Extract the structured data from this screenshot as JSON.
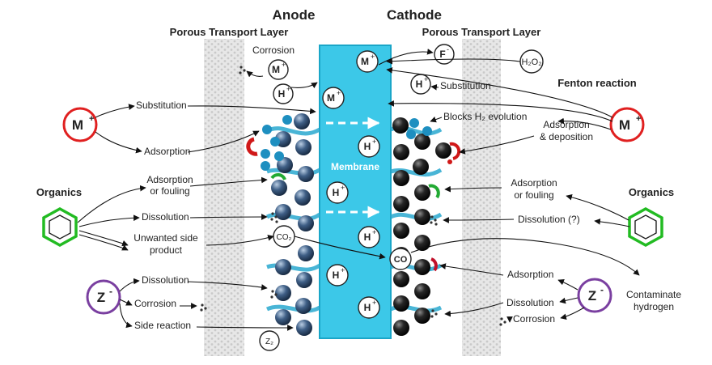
{
  "header": {
    "anode": "Anode",
    "cathode": "Cathode",
    "ptl_left": "Porous Transport Layer",
    "ptl_right": "Porous Transport Layer",
    "membrane": "Membrane"
  },
  "species": {
    "m_plus": "M",
    "m_sup": "+",
    "h_plus": "H",
    "h_sup": "+",
    "z_minus": "Z",
    "z_sup": "-",
    "f_minus": "F",
    "f_sup": "-",
    "h2o2": "H₂O₂",
    "co2": "CO₂",
    "co": "CO",
    "z2": "Z₂",
    "organics": "Organics"
  },
  "labels": {
    "corrosion_top": "Corrosion",
    "substitution_left": "Substitution",
    "adsorption_left": "Adsorption",
    "adsorption_fouling_left_1": "Adsorption",
    "adsorption_fouling_left_2": "or fouling",
    "dissolution_left": "Dissolution",
    "unwanted_1": "Unwanted side",
    "unwanted_2": "product",
    "dissolution_z_left": "Dissolution",
    "corrosion_z_left": "Corrosion",
    "side_reaction": "Side reaction",
    "substitution_right": "Substitution",
    "blocks_h2": "Blocks H₂ evolution",
    "fenton": "Fenton reaction",
    "adsorption_deposition_1": "Adsorption",
    "adsorption_deposition_2": "& deposition",
    "adsorption_fouling_right_1": "Adsorption",
    "adsorption_fouling_right_2": "or fouling",
    "dissolution_q": "Dissolution (?)",
    "adsorption_right": "Adsorption",
    "dissolution_right": "Dissolution",
    "corrosion_right": "Corrosion",
    "contaminate_1": "Contaminate",
    "contaminate_2": "hydrogen"
  },
  "colors": {
    "membrane": "#3cc8e8",
    "membrane_edge": "#1aa6c8",
    "m_ring": "#e02020",
    "organics_ring": "#22bb22",
    "z_ring": "#7a3fa0",
    "anode_particle": "#2d4a6e",
    "cathode_particle": "#161616",
    "ionomer": "#2aa9cf",
    "ptl": "#e4e4e4"
  }
}
